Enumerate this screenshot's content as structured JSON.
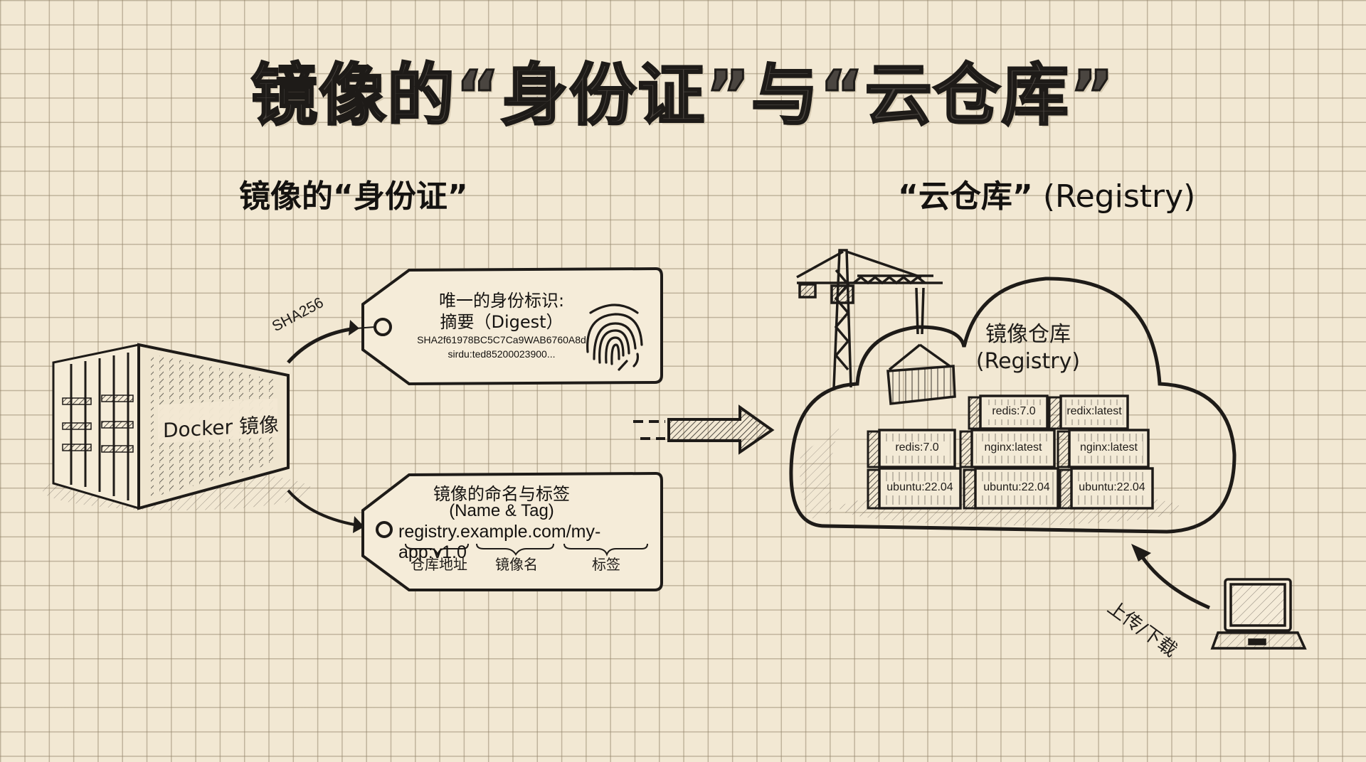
{
  "title": "镜像的“身份证”与“云仓库”",
  "left_section": {
    "heading": "镜像的“身份证”",
    "container_label": "Docker 镜像",
    "arrow_label": "SHA256",
    "digest_tag": {
      "line1": "唯一的身份标识:",
      "line2": "摘要（Digest）",
      "hash_line1": "SHA2f61978BC5C7Ca9WAB6760A8d",
      "hash_line2": "sirdu:ted85200023900...",
      "icon": "fingerprint-icon"
    },
    "name_tag": {
      "line1": "镜像的命名与标签",
      "line2": "(Name & Tag)",
      "reference": "registry.example.com/my-app:v1.0",
      "parts": [
        "仓库地址",
        "镜像名",
        "标签"
      ]
    }
  },
  "right_section": {
    "heading_quoted": "“云仓库”",
    "heading_suffix": " (Registry)",
    "cloud_title_line1": "镜像仓库",
    "cloud_title_line2": "(Registry)",
    "containers": {
      "top_row": [
        "redis:7.0",
        "redix:latest"
      ],
      "middle_row": [
        "redis:7.0",
        "nginx:latest",
        "nginx:latest"
      ],
      "bottom_row": [
        "ubuntu:22.04",
        "ubuntu:22.04",
        "ubuntu:22.04"
      ]
    },
    "transfer_label": "上传/下载",
    "icons": [
      "crane-icon",
      "cloud-icon",
      "laptop-icon"
    ]
  },
  "colors": {
    "paper": "#f2e8d3",
    "grid": "#968770",
    "ink": "#1e1b18"
  }
}
